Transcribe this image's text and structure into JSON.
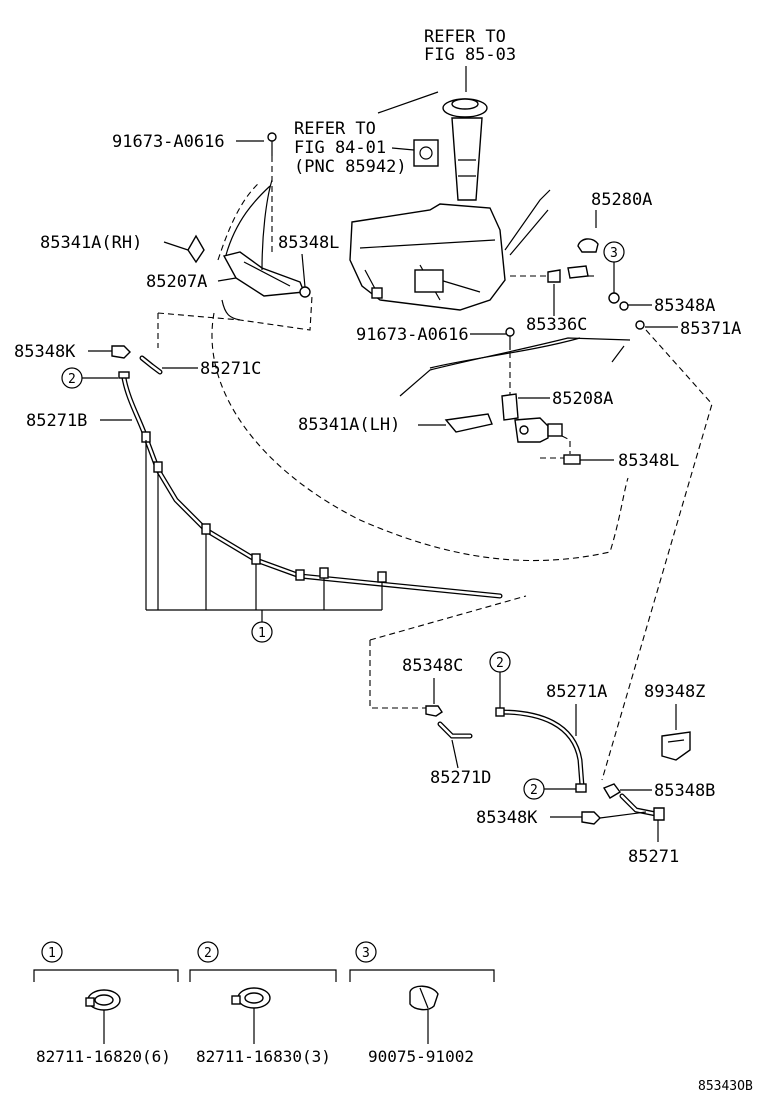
{
  "refs": {
    "ref_85_03": [
      "REFER TO",
      "FIG 85-03"
    ],
    "ref_84_01": [
      "REFER TO",
      "FIG 84-01",
      "(PNC 85942)"
    ]
  },
  "labels": {
    "p91673_top": "91673-A0616",
    "p91673_mid": "91673-A0616",
    "p85280A": "85280A",
    "p85341A_RH": "85341A(RH)",
    "p85348L_top": "85348L",
    "p85207A": "85207A",
    "p85348A": "85348A",
    "p85336C": "85336C",
    "p85371A": "85371A",
    "p85348K_top": "85348K",
    "p85271C": "85271C",
    "p85271B": "85271B",
    "p85208A": "85208A",
    "p85341A_LH": "85341A(LH)",
    "p85348L_mid": "85348L",
    "p85348C": "85348C",
    "p85271A": "85271A",
    "p89348Z": "89348Z",
    "p85271D": "85271D",
    "p85348B": "85348B",
    "p85348K_bot": "85348K",
    "p85271": "85271"
  },
  "callouts": {
    "c3": "3",
    "c2_top": "2",
    "c1": "1",
    "c2_mid": "2",
    "c2_low": "2"
  },
  "legend": [
    {
      "num": "1",
      "code": "82711-16820(6)"
    },
    {
      "num": "2",
      "code": "82711-16830(3)"
    },
    {
      "num": "3",
      "code": "90075-91002"
    }
  ],
  "figure_id": "85343OB"
}
